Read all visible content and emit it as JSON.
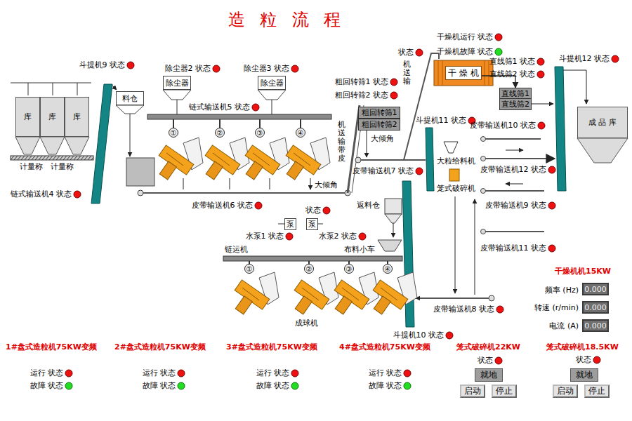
{
  "diagram": {
    "title": "造 粒 流 程",
    "nodes": [
      {
        "text": [
          "库"
        ]
      },
      {
        "text": [
          "库"
        ]
      },
      {
        "text": [
          "库"
        ]
      },
      {
        "text": [
          "料仓"
        ]
      },
      {
        "text": [
          "除尘器"
        ]
      },
      {
        "text": [
          "除尘器"
        ]
      },
      {
        "text": [
          "①"
        ]
      },
      {
        "text": [
          "②"
        ]
      },
      {
        "text": [
          "③"
        ]
      },
      {
        "text": [
          "④"
        ]
      },
      {
        "text": [
          "粗回转筛1"
        ]
      },
      {
        "text": [
          "粗回转筛2"
        ]
      },
      {
        "text": [
          "干 燥 机"
        ]
      },
      {
        "text": [
          "直线筛1"
        ]
      },
      {
        "text": [
          "直线筛2"
        ]
      },
      {
        "text": [
          "成 品 库"
        ]
      },
      {
        "text": [
          "泵"
        ]
      },
      {
        "text": [
          "泵"
        ]
      },
      {
        "text": [
          "①"
        ]
      },
      {
        "text": [
          "②"
        ]
      },
      {
        "text": [
          "③"
        ]
      },
      {
        "text": [
          "④"
        ]
      },
      {
        "text": [
          "0.000"
        ]
      },
      {
        "text": [
          "0.000"
        ]
      },
      {
        "text": [
          "0.000"
        ]
      },
      {
        "text": [
          "就地"
        ]
      },
      {
        "text": [
          "启动"
        ]
      },
      {
        "text": [
          "停止"
        ]
      },
      {
        "text": [
          "就地"
        ]
      },
      {
        "text": [
          "启动"
        ]
      },
      {
        "text": [
          "停止"
        ]
      }
    ],
    "edges": [
      {
        "from": 12,
        "to": 13,
        "arrow": "to"
      }
    ],
    "labels": [
      "斗提机9 状态",
      "除尘器2 状态",
      "除尘器3 状态",
      "干燥机运行 状态",
      "干燥机故障 状态",
      "状态",
      "斗提机12 状态",
      "直线筛1 状态",
      "直线筛2 状态",
      "粗回转筛1 状态",
      "粗回转筛2 状态",
      "链式输送机5 状态",
      "计量称",
      "计量称",
      "链式输送机4 状态",
      "机送输",
      "机送输带皮",
      "大倾角",
      "斗提机11 状态",
      "大粒给料机",
      "笼式破碎机",
      "皮带输送机10 状态",
      "皮带输送机12 状态",
      "皮带输送机9 状态",
      "皮带输送机11 状态",
      "皮带输送机7 状态",
      "大倾角",
      "皮带输送机6 状态",
      "状态",
      "水泵1 状态",
      "水泵2 状态",
      "返料仓",
      "链运机",
      "布料小车",
      "成球机",
      "皮带输送机8 状态",
      "斗提机10 状态",
      "干燥机机15KW",
      "频率 (Hz)",
      "转速 (r/min)",
      "电流 (A)",
      "1#盘式造粒机75KW变频",
      "2#盘式造粒机75KW变频",
      "3#盘式造粒机75KW变频",
      "4#盘式造粒机75KW变频",
      "运行 状态",
      "故障 状态",
      "运行 状态",
      "故障 状态",
      "运行 状态",
      "故障 状态",
      "运行 状态",
      "故障 状态",
      "笼式破碎机22KW",
      "笼式破碎机18.5KW",
      "状态",
      "状态"
    ]
  }
}
